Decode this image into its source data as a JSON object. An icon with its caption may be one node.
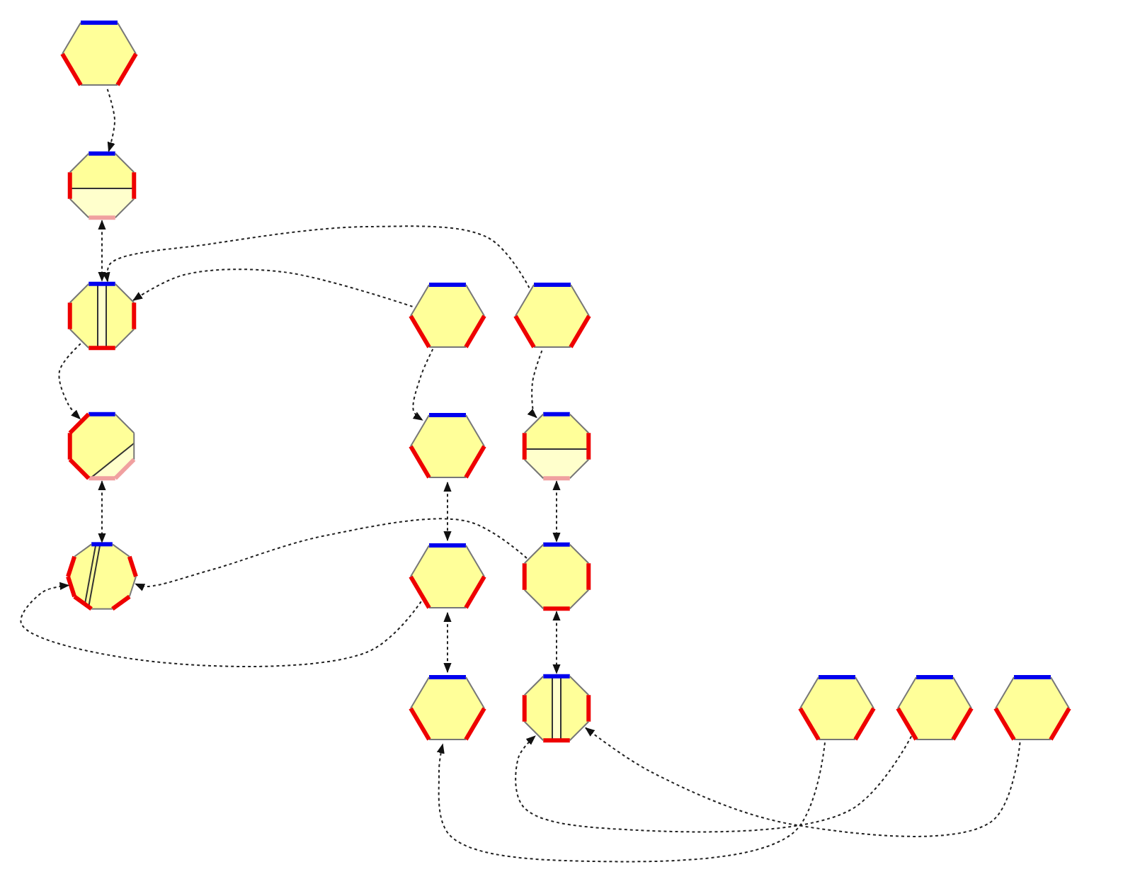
{
  "diagram": {
    "nodes": [
      {
        "text": [],
        "shape": "hexagon"
      },
      {
        "text": [],
        "shape": "octagon"
      },
      {
        "text": [],
        "shape": "octagon"
      },
      {
        "text": [],
        "shape": "hexagon"
      },
      {
        "text": [],
        "shape": "hexagon"
      },
      {
        "text": [],
        "shape": "octagon"
      },
      {
        "text": [],
        "shape": "hexagon"
      },
      {
        "text": [],
        "shape": "octagon"
      },
      {
        "text": [],
        "shape": "decagon"
      },
      {
        "text": [],
        "shape": "hexagon"
      },
      {
        "text": [],
        "shape": "octagon"
      },
      {
        "text": [],
        "shape": "hexagon"
      },
      {
        "text": [],
        "shape": "octagon"
      },
      {
        "text": [],
        "shape": "hexagon"
      },
      {
        "text": [],
        "shape": "hexagon"
      },
      {
        "text": [],
        "shape": "hexagon"
      }
    ],
    "edges": [
      {
        "from": 0,
        "to": 1,
        "arrow": "to"
      },
      {
        "from": 3,
        "to": 2,
        "arrow": "to"
      },
      {
        "from": 4,
        "to": 2,
        "arrow": "to"
      },
      {
        "from": 2,
        "to": 5,
        "arrow": "to"
      },
      {
        "from": 3,
        "to": 6,
        "arrow": "to"
      },
      {
        "from": 4,
        "to": 7,
        "arrow": "to"
      },
      {
        "from": 1,
        "to": 2,
        "arrow": "both"
      },
      {
        "from": 5,
        "to": 8,
        "arrow": "both"
      },
      {
        "from": 6,
        "to": 9,
        "arrow": "both"
      },
      {
        "from": 7,
        "to": 10,
        "arrow": "both"
      },
      {
        "from": 9,
        "to": 11,
        "arrow": "both"
      },
      {
        "from": 10,
        "to": 12,
        "arrow": "both"
      },
      {
        "from": 10,
        "to": 8,
        "arrow": "to"
      },
      {
        "from": 9,
        "to": 8,
        "arrow": "to"
      },
      {
        "from": 13,
        "to": 11,
        "arrow": "to"
      },
      {
        "from": 14,
        "to": 12,
        "arrow": "to"
      },
      {
        "from": 15,
        "to": 12,
        "arrow": "to"
      }
    ]
  }
}
